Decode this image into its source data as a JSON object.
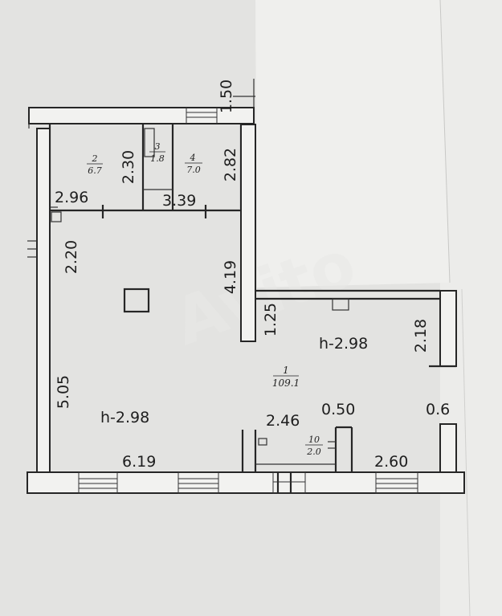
{
  "dimensions": {
    "d150": "1.50",
    "d230": "2.30",
    "d282": "2.82",
    "d296": "2.96",
    "d339": "3.39",
    "d220": "2.20",
    "d419": "4.19",
    "d125": "1.25",
    "d218": "2.18",
    "d505": "5.05",
    "d246": "2.46",
    "d050": "0.50",
    "d06": "0.6",
    "d619": "6.19",
    "d260": "2.60"
  },
  "heights": {
    "main": "h-2.98",
    "right": "h-2.98"
  },
  "rooms": [
    {
      "number": "2",
      "area": "6.7"
    },
    {
      "number": "3",
      "area": "1.8"
    },
    {
      "number": "4",
      "area": "7.0"
    },
    {
      "number": "1",
      "area": "109.1"
    },
    {
      "number": "10",
      "area": "2.0"
    }
  ]
}
